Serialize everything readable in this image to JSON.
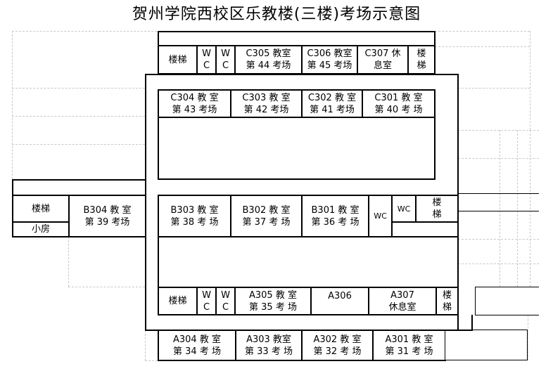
{
  "title": "贺州学院西校区乐教楼(三楼)考场示意图",
  "c_top_row": [
    {
      "l1": "楼梯",
      "l2": ""
    },
    {
      "l1": "W",
      "l2": "C"
    },
    {
      "l1": "W",
      "l2": "C"
    },
    {
      "l1": "C305 教室",
      "l2": "第 44 考场"
    },
    {
      "l1": "C306 教室",
      "l2": "第 45 考场"
    },
    {
      "l1": "C307 休",
      "l2": "息室"
    },
    {
      "l1": "楼",
      "l2": "梯"
    }
  ],
  "c_bottom_row": [
    {
      "l1": "C304 教 室",
      "l2": "第 43 考场"
    },
    {
      "l1": "C303 教 室",
      "l2": "第 42 考场"
    },
    {
      "l1": "C302 教 室",
      "l2": "第 41 考场"
    },
    {
      "l1": "C301 教 室",
      "l2": "第  40 考 场"
    }
  ],
  "left_block": {
    "stairs": "楼梯",
    "small_room": "小房",
    "b304_l1": "B304 教 室",
    "b304_l2": "第 39 考场"
  },
  "b_row": [
    {
      "l1": "B303 教 室",
      "l2": "第 38 考 场"
    },
    {
      "l1": "B302 教 室",
      "l2": "第 37 考 场"
    },
    {
      "l1": "B301 教 室",
      "l2": "第 36 考 场"
    },
    {
      "l1": "WC",
      "l2": ""
    },
    {
      "l1": "WC",
      "l2": ""
    },
    {
      "l1": "楼",
      "l2": "梯"
    }
  ],
  "a_top_row": [
    {
      "l1": "楼梯",
      "l2": ""
    },
    {
      "l1": "W",
      "l2": "C"
    },
    {
      "l1": "W",
      "l2": "C"
    },
    {
      "l1": "A305 教 室",
      "l2": "第 35 考 场"
    },
    {
      "l1": "A306",
      "l2": ""
    },
    {
      "l1": "A307",
      "l2": "休息室"
    },
    {
      "l1": "楼",
      "l2": "梯"
    }
  ],
  "a_bottom_row": [
    {
      "l1": "A304 教 室",
      "l2": "第 34 考 场"
    },
    {
      "l1": "A303 教室",
      "l2": "第 33 考 场"
    },
    {
      "l1": "A302 教 室",
      "l2": "第 32 考 场"
    },
    {
      "l1": "A301 教 室",
      "l2": "第 31 考 场"
    }
  ]
}
